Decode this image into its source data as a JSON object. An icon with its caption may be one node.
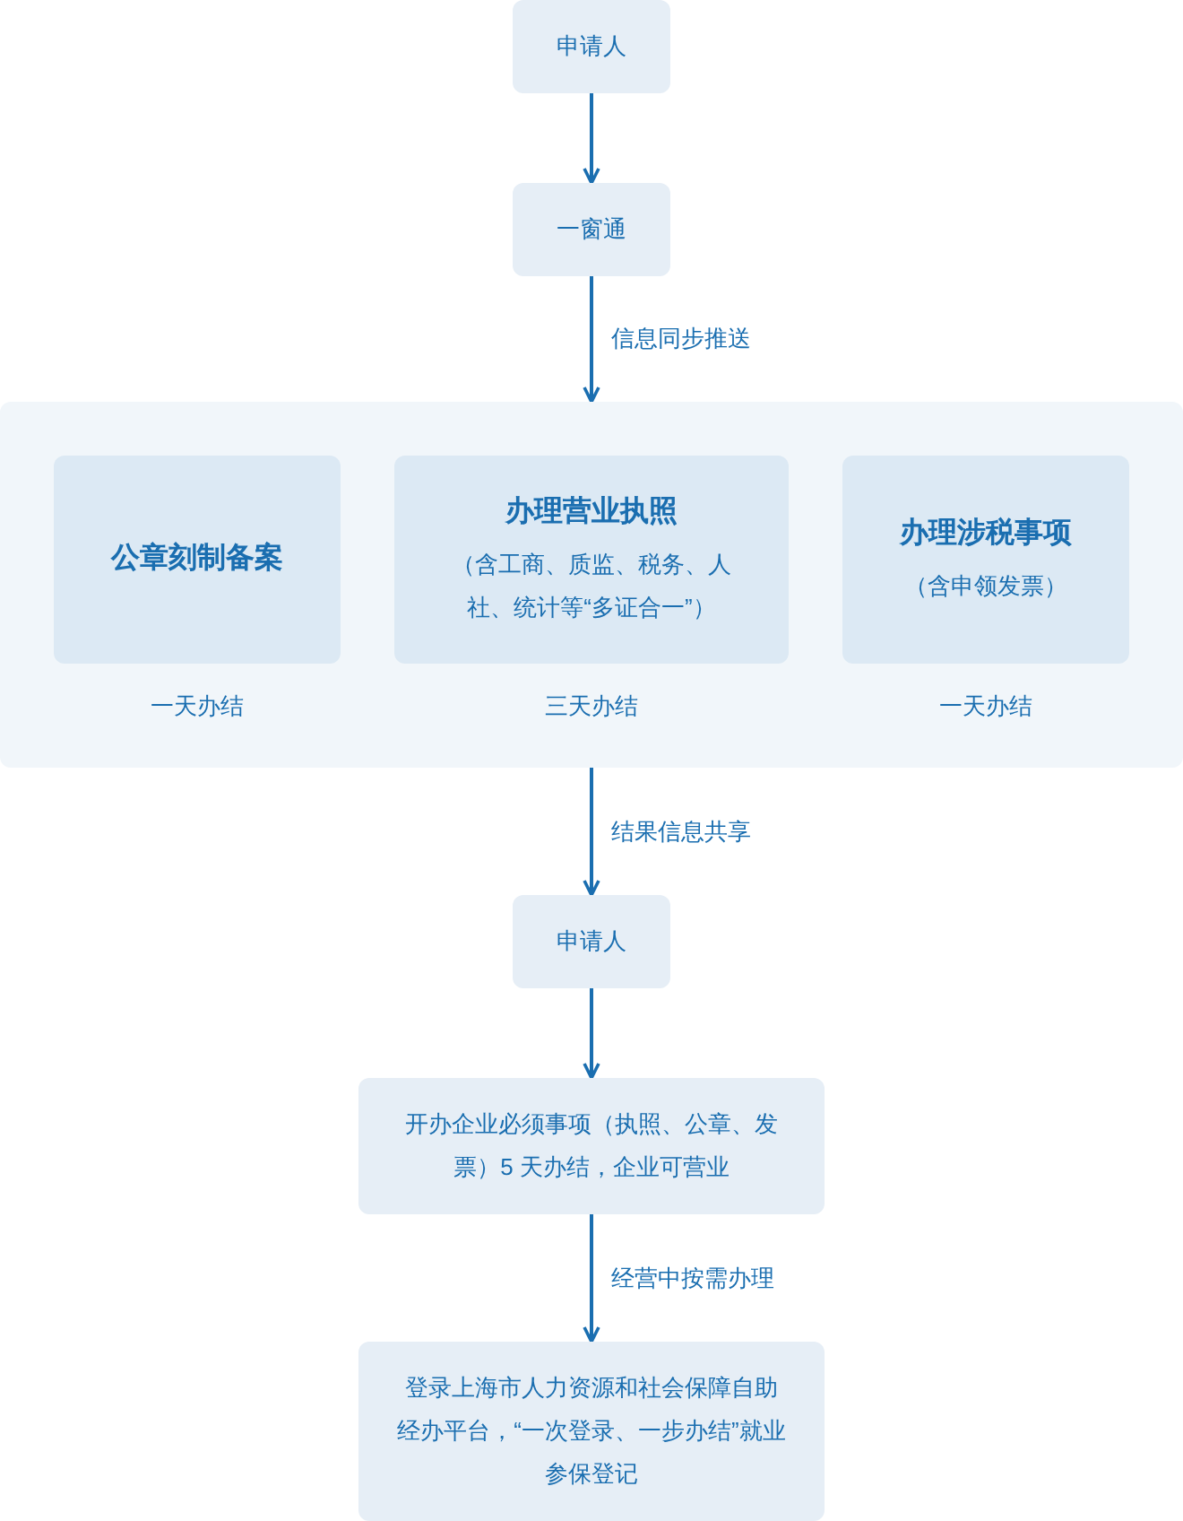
{
  "diagram": {
    "nodes": [
      {
        "text": [
          "申请人"
        ]
      },
      {
        "text": [
          "一窗通"
        ]
      },
      {
        "text": [],
        "shape": "box"
      },
      {
        "text": [
          "公章刻制备案"
        ],
        "in": 2,
        "beside": [
          "一天办结"
        ]
      },
      {
        "text": [
          "办理营业执照",
          "（含工商、质监、税务、人社、统计等“多证合一”）"
        ],
        "in": 2,
        "beside": [
          "三天办结"
        ]
      },
      {
        "text": [
          "办理涉税事项",
          "（含申领发票）"
        ],
        "in": 2,
        "beside": [
          "一天办结"
        ]
      },
      {
        "text": [
          "申请人"
        ]
      },
      {
        "text": [
          "开办企业必须事项（执照、公章、发票）5 天办结，企业可营业"
        ]
      },
      {
        "text": [
          "登录上海市人力资源和社会保障自助经办平台，“一次登录、一步办结”就业参保登记"
        ]
      }
    ],
    "edges": [
      {
        "from": 0,
        "to": 1,
        "arrow": "to"
      },
      {
        "from": 1,
        "to": 2,
        "arrow": "to",
        "label": "信息同步推送"
      },
      {
        "from": 2,
        "to": 6,
        "arrow": "to",
        "label": "结果信息共享"
      },
      {
        "from": 6,
        "to": 7,
        "arrow": "to"
      },
      {
        "from": 7,
        "to": 8,
        "arrow": "to",
        "label": "经营中按需办理"
      }
    ]
  }
}
